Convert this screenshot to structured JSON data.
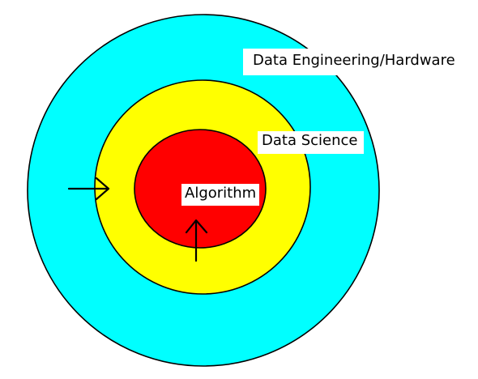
{
  "diagram": {
    "type": "concentric-circles",
    "rings": [
      {
        "label": "Data Engineering/Hardware",
        "color": "#00ffff"
      },
      {
        "label": "Data Science",
        "color": "#ffff00"
      },
      {
        "label": "Algorithm",
        "color": "#ff0000"
      }
    ],
    "arrows": [
      {
        "direction": "right"
      },
      {
        "direction": "up"
      }
    ],
    "stroke_color": "#000000",
    "label_background": "#ffffff"
  }
}
